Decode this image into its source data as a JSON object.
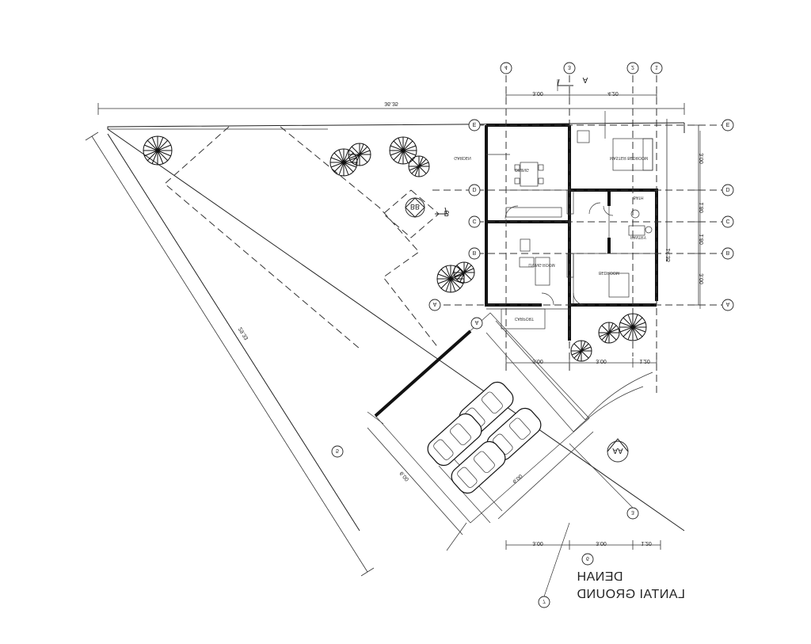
{
  "title": {
    "line1": "DENAH",
    "line2": "LANTAI GROUND"
  },
  "dimensions": {
    "overall_top": "36.35",
    "diagonal_side": "29.33",
    "top_segments": [
      "3.00",
      "4.20"
    ],
    "right_segments": [
      "3.00",
      "1.80",
      "1.80",
      "3.00"
    ],
    "right_total": "14.35",
    "bottom_segments": [
      "3.00",
      "3.00",
      "1.20"
    ],
    "mid_segments": [
      "3.00",
      "3.00",
      "1.20"
    ],
    "carport_side": "6.00",
    "carport_front": "6.00"
  },
  "grid_bubbles": {
    "top": [
      "1",
      "2",
      "3",
      "4"
    ],
    "right": [
      "E",
      "D",
      "C",
      "B",
      "A"
    ],
    "left": [
      "E",
      "D",
      "C",
      "B",
      "A"
    ],
    "misc": [
      "A",
      "5",
      "6",
      "7",
      "3"
    ]
  },
  "section_marks": {
    "aa": "AA",
    "bb": "BB",
    "a": "A",
    "b": "B"
  },
  "rooms": {
    "master_bedroom": "MASTER BEDROOM",
    "garden": "GARDEN",
    "dining": "DINING",
    "living": "LIVING ROOM",
    "bedroom": "BEDROOM",
    "bath": "BATH",
    "pantry": "PANTRY",
    "carport": "CARPORT"
  }
}
